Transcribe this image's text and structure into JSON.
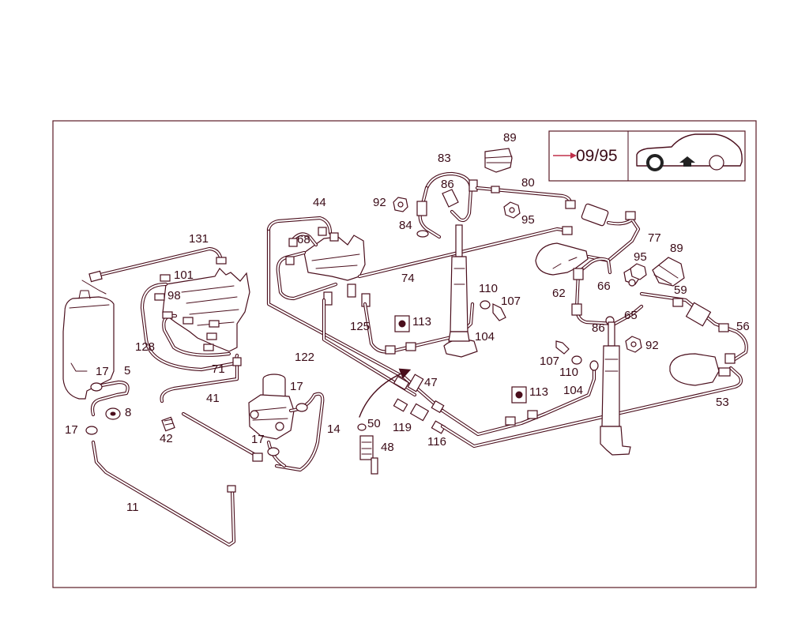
{
  "inset": {
    "validity": "09/95",
    "arrow_color": "#c0304a"
  },
  "colors": {
    "line": "#4a0e1c",
    "text": "#3a0a16"
  },
  "callouts": [
    {
      "id": "c131",
      "text": "131"
    },
    {
      "id": "c101",
      "text": "101"
    },
    {
      "id": "c98",
      "text": "98"
    },
    {
      "id": "c128",
      "text": "128"
    },
    {
      "id": "c71",
      "text": "71"
    },
    {
      "id": "c41",
      "text": "41"
    },
    {
      "id": "c5",
      "text": "5"
    },
    {
      "id": "c17a",
      "text": "17"
    },
    {
      "id": "c8",
      "text": "8"
    },
    {
      "id": "c17b",
      "text": "17"
    },
    {
      "id": "c42",
      "text": "42"
    },
    {
      "id": "c11",
      "text": "11"
    },
    {
      "id": "c17c",
      "text": "17"
    },
    {
      "id": "c17d",
      "text": "17"
    },
    {
      "id": "c14",
      "text": "14"
    },
    {
      "id": "c44",
      "text": "44"
    },
    {
      "id": "c68",
      "text": "68"
    },
    {
      "id": "c74",
      "text": "74"
    },
    {
      "id": "c122",
      "text": "122"
    },
    {
      "id": "c125",
      "text": "125"
    },
    {
      "id": "c113a",
      "text": "113"
    },
    {
      "id": "c47",
      "text": "47"
    },
    {
      "id": "c50",
      "text": "50"
    },
    {
      "id": "c48",
      "text": "48"
    },
    {
      "id": "c119",
      "text": "119"
    },
    {
      "id": "c116",
      "text": "116"
    },
    {
      "id": "c92a",
      "text": "92"
    },
    {
      "id": "c84",
      "text": "84"
    },
    {
      "id": "c83",
      "text": "83"
    },
    {
      "id": "c86a",
      "text": "86"
    },
    {
      "id": "c89a",
      "text": "89"
    },
    {
      "id": "c80",
      "text": "80"
    },
    {
      "id": "c95a",
      "text": "95"
    },
    {
      "id": "c110a",
      "text": "110"
    },
    {
      "id": "c107a",
      "text": "107"
    },
    {
      "id": "c104a",
      "text": "104"
    },
    {
      "id": "c77",
      "text": "77"
    },
    {
      "id": "c89b",
      "text": "89"
    },
    {
      "id": "c95b",
      "text": "95"
    },
    {
      "id": "c62",
      "text": "62"
    },
    {
      "id": "c66",
      "text": "66"
    },
    {
      "id": "c59",
      "text": "59"
    },
    {
      "id": "c86b",
      "text": "86"
    },
    {
      "id": "c65",
      "text": "65"
    },
    {
      "id": "c56",
      "text": "56"
    },
    {
      "id": "c92b",
      "text": "92"
    },
    {
      "id": "c107b",
      "text": "107"
    },
    {
      "id": "c110b",
      "text": "110"
    },
    {
      "id": "c104b",
      "text": "104"
    },
    {
      "id": "c113b",
      "text": "113"
    },
    {
      "id": "c53",
      "text": "53"
    }
  ]
}
